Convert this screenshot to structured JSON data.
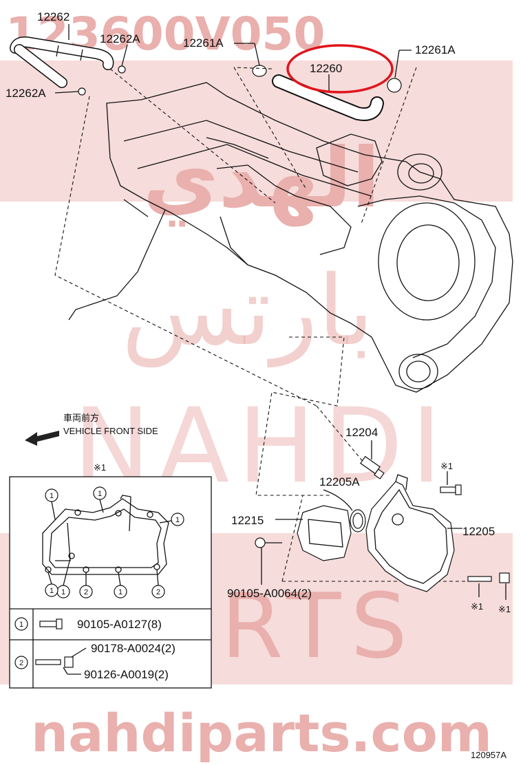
{
  "watermark": {
    "top_code": "123600V050",
    "arabic_1": "الهدي",
    "arabic_2": "بارتس",
    "brand_1": "NAHDI",
    "brand_2": "PARTS",
    "site": "nahdiparts.com",
    "color": "#e9b0ad"
  },
  "callouts": {
    "p12262": "12262",
    "p12262A_top": "12262A",
    "p12262A_left": "12262A",
    "p12261A_left": "12261A",
    "p12261A_right": "12261A",
    "p12260": "12260",
    "p12204": "12204",
    "p12205A": "12205A",
    "p12215": "12215",
    "p12205": "12205",
    "p90105_A0064": "90105-A0064(2)",
    "note_mark_1": "※1",
    "note_mark_2": "※1",
    "note_mark_3": "※1",
    "note_mark_4": "※1"
  },
  "front_indicator": {
    "japanese": "車両前方",
    "english": "VEHICLE FRONT SIDE"
  },
  "highlight_color": "#e0141b",
  "legend": {
    "header_mark": "※1",
    "markers": [
      "1",
      "1",
      "1",
      "1",
      "1",
      "2",
      "1",
      "2"
    ],
    "row1_marker": "1",
    "row1_part": "90105-A0127(8)",
    "row2_marker": "2",
    "row2_part_a": "90178-A0024(2)",
    "row2_part_b": "90126-A0019(2)"
  },
  "figure_code": "120957A"
}
